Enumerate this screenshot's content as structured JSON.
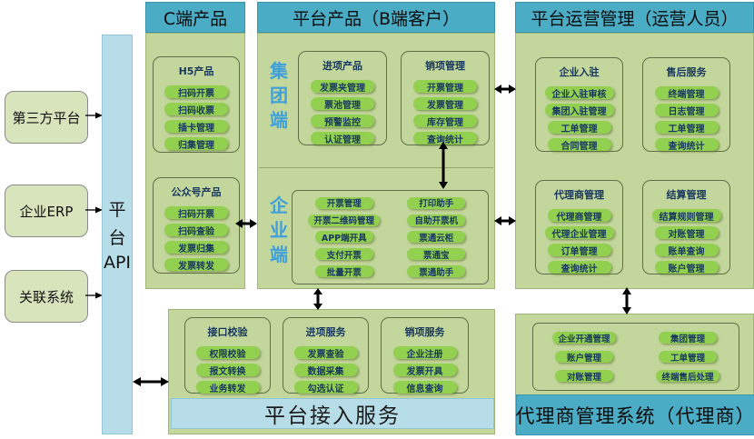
{
  "colors": {
    "header_teal": "#4bacc6",
    "panel_green": "#c3d69b",
    "pill_green": "#92d050",
    "light_blue": "#b7dee8",
    "source_box_green": "#d7e4bc",
    "group_title_blue": "#17375e",
    "side_label_blue": "#3fa0da"
  },
  "left_sources": [
    "第三方平台",
    "企业ERP",
    "关联系统"
  ],
  "api_bar": [
    "平",
    "台",
    "API"
  ],
  "c_column": {
    "header": "C端产品",
    "groups": [
      {
        "title": "H5产品",
        "items": [
          "扫码开票",
          "扫码收票",
          "插卡管理",
          "归集管理"
        ]
      },
      {
        "title": "公众号产品",
        "items": [
          "扫码开票",
          "扫码查验",
          "发票归集",
          "发票转发"
        ]
      }
    ]
  },
  "b_column": {
    "header": "平台产品（B端客户）",
    "group_side_label": "集团端",
    "enterprise_side_label": "企业端",
    "groups": [
      {
        "title": "进项产品",
        "items": [
          "发票夹管理",
          "票池管理",
          "预警监控",
          "认证管理"
        ]
      },
      {
        "title": "销项管理",
        "items": [
          "开票管理",
          "发票管理",
          "库存管理",
          "查询统计"
        ]
      }
    ],
    "enterprise_items_left": [
      "开票管理",
      "开票二维码管理",
      "APP端开具",
      "支付开票",
      "批量开票"
    ],
    "enterprise_items_right": [
      "打印助手",
      "自助开票机",
      "票通云柜",
      "票通宝",
      "票通助手"
    ]
  },
  "ops_column": {
    "header": "平台运营管理（运营人员）",
    "groups": [
      {
        "title": "企业入驻",
        "items": [
          "企业入驻审核",
          "集团入驻管理",
          "工单管理",
          "合同管理"
        ]
      },
      {
        "title": "售后服务",
        "items": [
          "终端管理",
          "日志管理",
          "工单管理",
          "查询统计"
        ]
      },
      {
        "title": "代理商管理",
        "items": [
          "代理商管理",
          "代理企业管理",
          "订单管理",
          "查询统计"
        ]
      },
      {
        "title": "结算管理",
        "items": [
          "结算规则管理",
          "对账管理",
          "账单查询",
          "账户管理"
        ]
      }
    ]
  },
  "access_section": {
    "bar": "平台接入服务",
    "groups": [
      {
        "title": "接口校验",
        "items": [
          "权限校验",
          "报文转换",
          "业务转发"
        ]
      },
      {
        "title": "进项服务",
        "items": [
          "发票查验",
          "数据采集",
          "勾选认证"
        ]
      },
      {
        "title": "销项服务",
        "items": [
          "企业注册",
          "发票开具",
          "信息查询"
        ]
      }
    ]
  },
  "agent_section": {
    "bar": "代理商管理系统（代理商）",
    "items_left": [
      "企业开通管理",
      "账户管理",
      "对账管理"
    ],
    "items_right": [
      "集团管理",
      "工单管理",
      "终端售后处理"
    ]
  }
}
